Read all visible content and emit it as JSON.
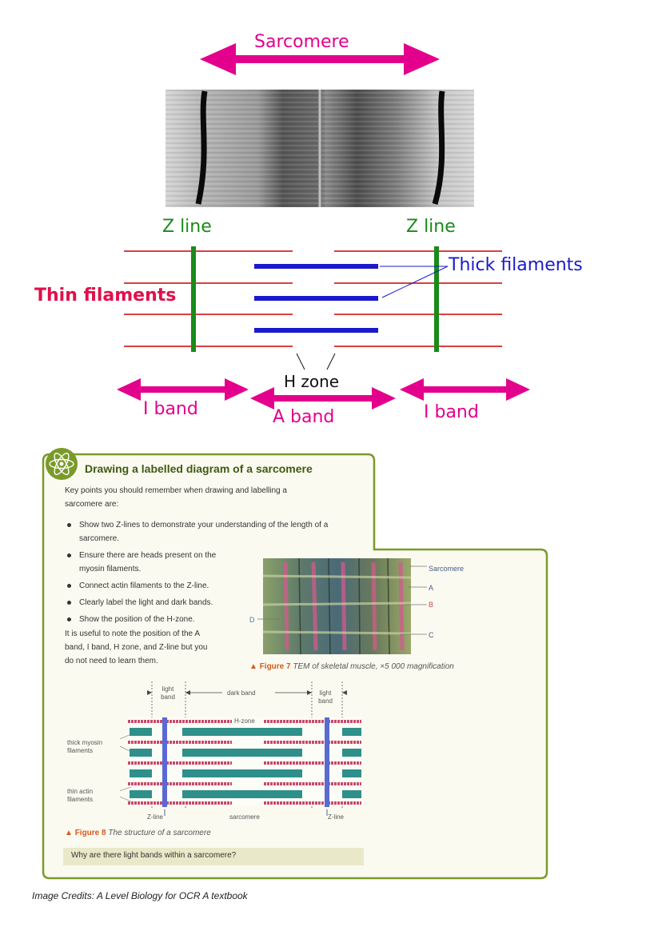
{
  "top_diagram": {
    "sarcomere": "Sarcomere",
    "z_line_left": "Z line",
    "z_line_right": "Z line",
    "thick_filaments": "Thick filaments",
    "thin_filaments": "Thin filaments",
    "h_zone": "H zone",
    "i_band_left": "I band",
    "a_band": "A band",
    "i_band_right": "I band"
  },
  "textbook": {
    "title": "Drawing a labelled diagram of a sarcomere",
    "intro": "Key points you should remember when drawing and labelling a sarcomere are:",
    "bullets": [
      "Show two Z-lines to demonstrate your understanding of the length of a sarcomere.",
      "Ensure there are heads present on the myosin filaments.",
      "Connect actin filaments to the Z-line.",
      "Clearly label the light and dark bands.",
      "Show the position of the H-zone."
    ],
    "note": "It is useful to note the position of the A band, I band, H zone, and Z-line but you do not need to learn them.",
    "fig7": {
      "sarcomere": "Sarcomere",
      "a": "A",
      "b": "B",
      "c": "C",
      "d": "D",
      "caption_num": "Figure 7",
      "caption": "TEM of skeletal muscle, ×5 000 magnification"
    },
    "fig8": {
      "light_band_left": "light band",
      "dark_band": "dark band",
      "light_band_right": "light band",
      "h_zone": "H-zone",
      "thick_myosin": "thick myosin filaments",
      "thin_actin": "thin actin filaments",
      "z_line_left": "Z-line",
      "sarcomere": "sarcomere",
      "z_line_right": "Z-line",
      "caption_num": "Figure 8",
      "caption": "The structure of a sarcomere"
    },
    "question": "Why are there light bands within a sarcomere?"
  },
  "credits": "Image Credits: A Level Biology for OCR A textbook",
  "colors": {
    "magenta": "#e3008c",
    "green": "#1a8a1a",
    "blue": "#1a1acc",
    "red": "#cc0000",
    "card_border": "#7a9a2a",
    "card_bg": "#fbfaf0"
  }
}
